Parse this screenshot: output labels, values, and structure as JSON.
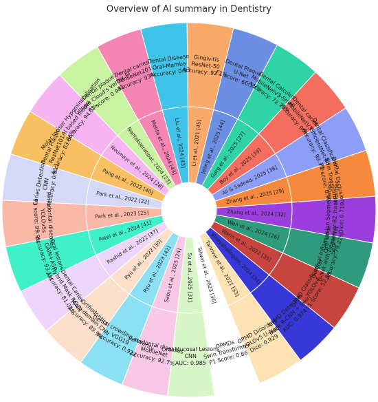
{
  "chart_data": {
    "type": "pie",
    "title": "Overview of AI summary in Dentistry",
    "slices": [
      {
        "inner": "Liu et al., 2024 [43]",
        "outer": [
          "Dental Disease",
          "Oral-Mamba",
          "Accuracy: 0.83"
        ],
        "color": "#3fc3e8"
      },
      {
        "inner": "Li et al., 2021 [45]",
        "outer": [
          "Gingivitis",
          "ResNet-50",
          "Accuracy: 92.1%"
        ],
        "color": "#f9a96a"
      },
      {
        "inner": "Jeong et al., 2025 [44]",
        "outer": [
          "Dental Plaque",
          "U-Net",
          "F1-score: 66.15%"
        ],
        "color": "#6d8fe3"
      },
      {
        "inner": "Garg et al., 2025 [27]",
        "outer": [
          "Dental Calculus",
          "MobileNetV3-Small",
          "Accuracy: 72.73%"
        ],
        "color": "#2fd3a5"
      },
      {
        "inner": "Boy et al., 2025 [39]",
        "outer": [
          "Dental caries",
          "MobileNetV3",
          "Accuracy: 90%"
        ],
        "color": "#f36e5e"
      },
      {
        "inner": "Ali & Sadeeq, 2025 [38]",
        "outer": [
          "Dental Classification",
          "EfficientNet-B3",
          "Accuracy: 99.3%"
        ],
        "color": "#8d9ef7"
      },
      {
        "inner": "Zhang et al., 2025 [29]",
        "outer": [
          "Dental Occlusion",
          "Swin Transformer",
          "F1-score: 0.90"
        ],
        "color": "#f5893d"
      },
      {
        "inner": "Zhang et al., 2024 [32]",
        "outer": [
          "Oral Lesion Segmentation",
          "SegFormer-B2 Transformer",
          "Dice: 0.710"
        ],
        "color": "#9a3fdd"
      },
      {
        "inner": "Wen et al., 2024 [26]",
        "outer": [
          "Gingival Inflamation",
          "U-Net with DenseNet",
          "Accuracy: 79.22%"
        ],
        "color": "#2f9a7c"
      },
      {
        "inner": "Warin et al., 2022 [35]",
        "outer": [
          "OPMD Classification",
          "YOLOv4",
          "F1 Score: 52.38"
        ],
        "color": "#c8443f"
      },
      {
        "inner": "Vinayahalingam, 2024 [34]",
        "outer": [
          "OPMD Detection",
          "Mask R-CNN + Swin",
          "AUC: 0.974"
        ],
        "color": "#3838d9"
      },
      {
        "inner": "Tanriver et al., 2021 [33]",
        "outer": [
          "OPMD Disorders",
          "YOLOv5 U-Net",
          "Dice: 0.929"
        ],
        "color": "#fde3b4"
      },
      {
        "inner": "Talwar et al., 2023 [36]",
        "outer": [
          "OPMDs",
          "Swin Transformer",
          "F1 Score: 0.86"
        ],
        "color": "#ffffff"
      },
      {
        "inner": "Su et al., 2025 [31]",
        "outer": [
          "Oral Mucosal Lesions",
          "CNN",
          "AUC: 0.985"
        ],
        "color": "#d9f6c9"
      },
      {
        "inner": "Sabu et al., 2025 [24]",
        "outer": [
          "Periodontal diseases",
          "MobileNet",
          "Accuracy: 92.7%"
        ],
        "color": "#f9c8e6"
      },
      {
        "inner": "Ryu et al., 2023 [42]",
        "outer": [
          "Dental crowding severity",
          "VGG19",
          "Accuracy: 0.922"
        ],
        "color": "#8be0f4"
      },
      {
        "inner": "Ryu et al., 2022 [30]",
        "outer": [
          "Orthodontics",
          "Multi-domain CNN",
          "Accuracy: 89.9%"
        ],
        "color": "#fde0cc"
      },
      {
        "inner": "Rashid et al., 2022 [37]",
        "outer": [
          "Dental Caries",
          "Hybrid Mask RCNN",
          "Accuracy: 81.02%"
        ],
        "color": "#eed5fb"
      },
      {
        "inner": "Patel et al., 2024 [41]",
        "outer": [
          "Oral lesions",
          "GAIN+ASP",
          "Accuracy: 93.1%"
        ],
        "color": "#3ff0c8"
      },
      {
        "inner": "Park et al., 2023 [25]",
        "outer": [
          "Periodontal diseases",
          "YOLOv5s",
          "F1 score: 99.9%"
        ],
        "color": "#f9b8a8"
      },
      {
        "inner": "Park et al., 2022 [22]",
        "outer": [
          "Caries Detection",
          "CNN",
          "Accuracy: 0.813"
        ],
        "color": "#d6d8f7"
      },
      {
        "inner": "Pang et al., 2022 [40]",
        "outer": [
          "Dental Plaque",
          "ResNet101",
          "Accuracy: 83.86%"
        ],
        "color": "#f9c063"
      },
      {
        "inner": "Neumayr et al., 2024 [28]",
        "outer": [
          "Molar Incisor Hypomineralisation",
          "AI based model",
          "Accuracy: 94.3%"
        ],
        "color": "#f6b4f0"
      },
      {
        "inner": "Nantakeeratipat, 2024 [23]",
        "outer": [
          "Dental plaque",
          "Google Cloud's Vertex AI",
          "F1-score: 0.931"
        ],
        "color": "#c9f2a2"
      },
      {
        "inner": "Mehta et al., 2024 [43]",
        "outer": [
          "Dental caries",
          "DenseNet201",
          "Accuracy: 93%"
        ],
        "color": "#f585b2"
      }
    ]
  }
}
